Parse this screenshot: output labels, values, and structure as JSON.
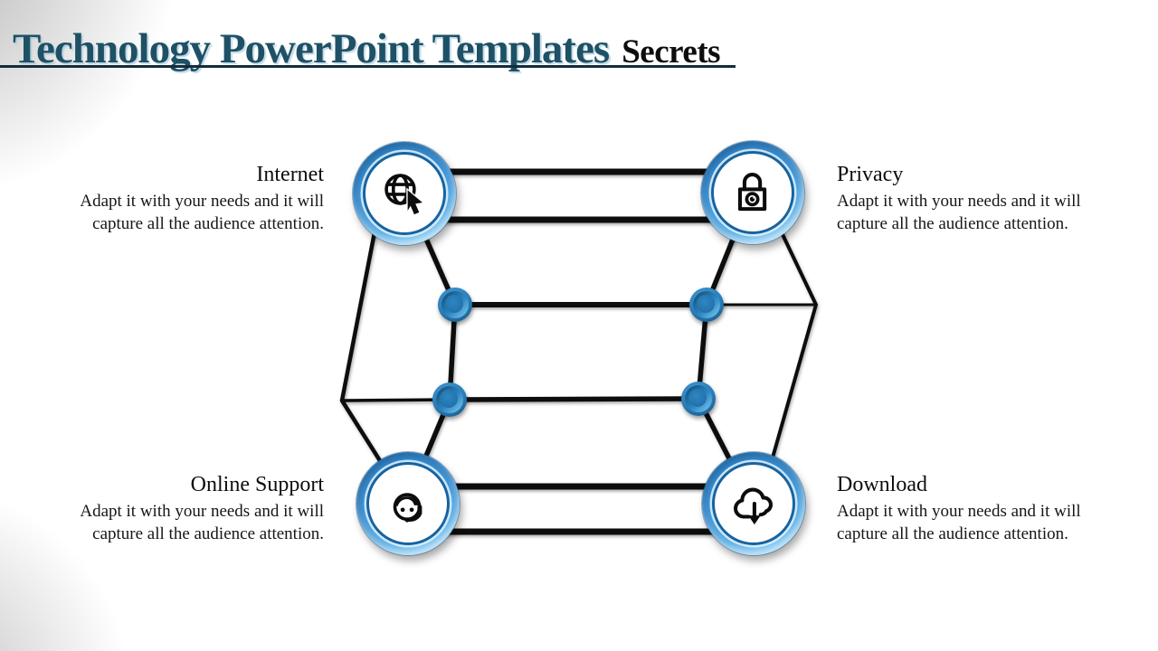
{
  "slide": {
    "title_accent": "Technology PowerPoint Templates",
    "title_secondary": "Secrets"
  },
  "items": [
    {
      "id": "internet",
      "title": "Internet",
      "body_line1": "Adapt it with your needs and it will",
      "body_line2": "capture all the audience attention.",
      "icon": "globe-cursor-icon"
    },
    {
      "id": "privacy",
      "title": "Privacy",
      "body_line1": "Adapt it with your needs and it will",
      "body_line2": "capture all the audience attention.",
      "icon": "padlock-icon"
    },
    {
      "id": "online-support",
      "title": "Online Support",
      "body_line1": "Adapt it with your needs and it will",
      "body_line2": "capture all the audience attention.",
      "icon": "support-agent-headset-icon"
    },
    {
      "id": "download",
      "title": "Download",
      "body_line1": "Adapt it with your needs and it will",
      "body_line2": "capture all the audience attention.",
      "icon": "cloud-download-icon"
    }
  ],
  "colors": {
    "accent_color": "#1e5165",
    "underline_color": "#142c3b",
    "node_ring_color": "#17639f",
    "node_blue": "#3f93d4",
    "sphere_blue": "#2a7fbc",
    "wire_color": "#0f0f0f",
    "text_color": "#161616"
  }
}
